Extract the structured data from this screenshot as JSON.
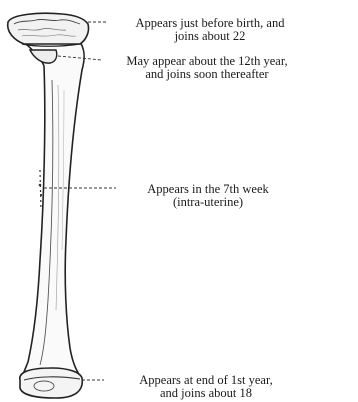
{
  "annotations": [
    {
      "id": "upper-epiphysis",
      "line1": "Appears just before birth, and",
      "line2": "joins about 22"
    },
    {
      "id": "tubercle-epiphysis",
      "line1": "May appear about the 12th year,",
      "line2": "and joins soon thereafter"
    },
    {
      "id": "shaft-center",
      "line1": "Appears in the 7th week",
      "line2": "(intra-uterine)"
    },
    {
      "id": "lower-epiphysis",
      "line1": "Appears at end of 1st year,",
      "line2": "and joins about 18"
    }
  ]
}
